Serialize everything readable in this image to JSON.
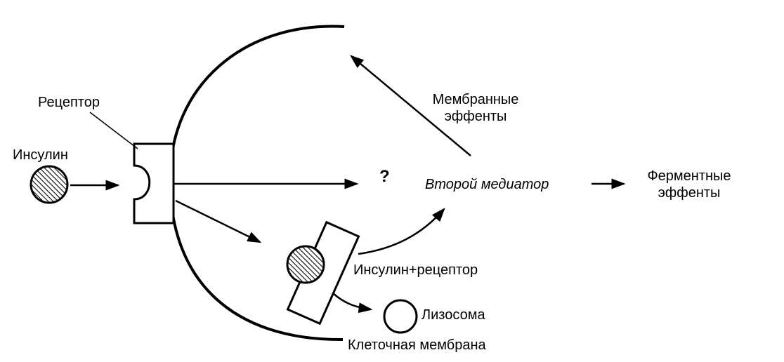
{
  "labels": {
    "receptor": "Рецептор",
    "insulin": "Инсулин",
    "membrane_effects": [
      "Мембранные",
      "эффенты"
    ],
    "question": "?",
    "second_mediator": "Второй медиатор",
    "enzyme_effects": [
      "Ферментные",
      "эффенты"
    ],
    "insulin_receptor": "Инсулин+рецептор",
    "lysosome": "Лизосома",
    "cell_membrane": "Клеточная мембрана"
  },
  "colors": {
    "ink": "#000000",
    "background": "#ffffff"
  }
}
